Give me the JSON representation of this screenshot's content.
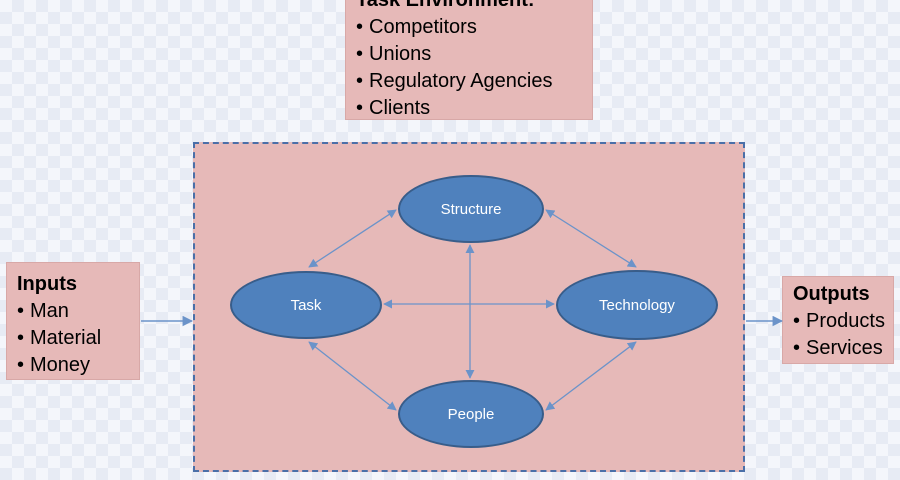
{
  "environment": {
    "heading": "Task Environment:",
    "items": [
      "Competitors",
      "Unions",
      "Regulatory Agencies",
      "Clients"
    ]
  },
  "inputs": {
    "heading": "Inputs",
    "items": [
      "Man",
      "Material",
      "Money"
    ]
  },
  "outputs": {
    "heading": "Outputs",
    "items": [
      "Products",
      "Services"
    ]
  },
  "nodes": {
    "structure": "Structure",
    "task": "Task",
    "technology": "Technology",
    "people": "People"
  },
  "colors": {
    "box_fill": "#e6b9b8",
    "node_fill": "#4f81bd",
    "node_border": "#385d8a",
    "arrow": "#6b93c9",
    "dashed_border": "#4a6fa8"
  }
}
